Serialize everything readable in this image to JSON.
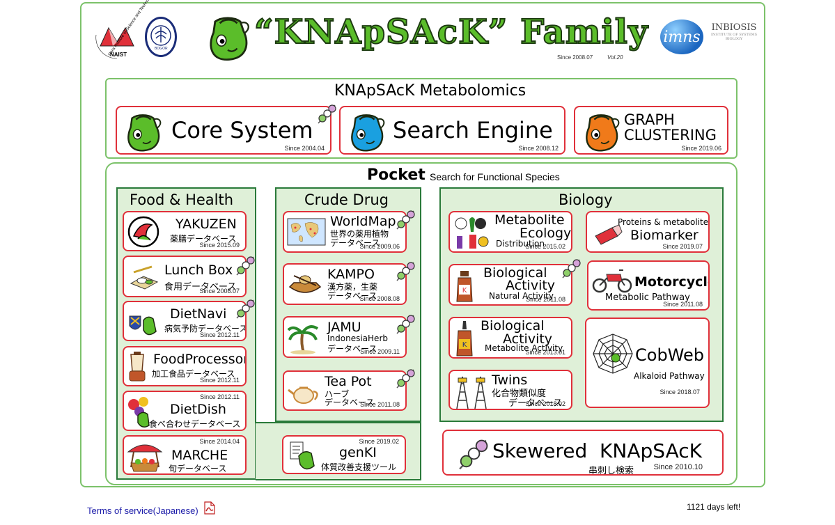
{
  "header": {
    "title": "“KNApSAcK” Family",
    "since": "Since 2008.07",
    "vol": "Vol.20",
    "naist_lines": [
      "Nara Institute of Science and Technology",
      "NAIST"
    ],
    "bogor_text": "BOGOR",
    "imns_text": "imns",
    "inbiosis_text": "INBIOSIS",
    "inbiosis_small": "INSTITUTE OF SYSTEMS BIOLOGY"
  },
  "metabolomics": {
    "heading": "KNApSAcK Metabolomics",
    "cards": [
      {
        "title": "Core System",
        "since": "Since 2004.04"
      },
      {
        "title": "Search Engine",
        "since": "Since 2008.12"
      },
      {
        "title_line1": "GRAPH",
        "title_line2": "CLUSTERING",
        "since": "Since 2019.06"
      }
    ]
  },
  "pocket": {
    "heading": "Pocket",
    "subheading": "Search for Functional Species",
    "food_health": {
      "title": "Food & Health",
      "items": [
        {
          "title": "YAKUZEN",
          "sub": "薬膳データベース",
          "since": "Since 2015.09"
        },
        {
          "title": "Lunch Box",
          "sub": "食用データベース",
          "since": "Since 2008.07"
        },
        {
          "title": "DietNavi",
          "sub": "病気予防データベース",
          "since": "Since 2012.11"
        },
        {
          "title": "FoodProcessor",
          "sub": "加工食品データベース",
          "since": "Since 2012.11"
        },
        {
          "title": "DietDish",
          "sub": "食べ合わせデータベース",
          "since": "Since 2012.11"
        },
        {
          "title": "MARCHE",
          "sub": "旬データベース",
          "since": "Since 2014.04"
        }
      ]
    },
    "crude_drug": {
      "title": "Crude Drug",
      "items": [
        {
          "title": "WorldMap",
          "sub1": "世界の薬用植物",
          "sub2": "データベース",
          "since": "Since 2009.06"
        },
        {
          "title": "KAMPO",
          "sub1": "漢方薬，生薬",
          "sub2": "データベース",
          "since": "Since 2008.08"
        },
        {
          "title": "JAMU",
          "sub1": "IndonesiaHerb",
          "sub2": "データベース",
          "since": "Since 2009.11"
        },
        {
          "title": "Tea Pot",
          "sub1": "ハーブ",
          "sub2": "データベース",
          "since": "Since 2011.08"
        }
      ],
      "genki": {
        "title": "genKI",
        "sub": "体質改善支援ツール",
        "since": "Since 2019.02"
      }
    },
    "biology": {
      "title": "Biology",
      "metabolite_ecology": {
        "line1": "Metabolite",
        "line2": "Ecology",
        "sub": "Distribution",
        "since": "Since 2015.02"
      },
      "biomarker": {
        "top": "Proteins & metabolites",
        "title": "Biomarker",
        "since": "Since 2019.07"
      },
      "bio_activity_natural": {
        "line1": "Biological",
        "line2": "Activity",
        "sub": "Natural Activity",
        "since": "Since 2011.08"
      },
      "motorcycle": {
        "title": "Motorcycle",
        "sub": "Metabolic Pathway",
        "since": "Since 2011.08"
      },
      "bio_activity_metabolite": {
        "line1": "Biological",
        "line2": "Activity",
        "sub": "Metabolite Activity",
        "since": "Since 2013.01"
      },
      "cobweb": {
        "title": "CobWeb",
        "sub": "Alkaloid Pathway",
        "since": "Since 2018.07"
      },
      "twins": {
        "title": "Twins",
        "sub1": "化合物類似度",
        "sub2": "データベース",
        "since": "Since 2018.02"
      }
    },
    "skewered": {
      "title": "Skewered  KNApSAcK",
      "sub": "串刺し検索",
      "since": "Since 2010.10"
    }
  },
  "footer": {
    "terms_link": "Terms of service(Japanese)",
    "days_left": "1121 days left!"
  },
  "icons": {
    "mascot": "knapsack-mascot-icon",
    "skewer": "dango-skewer-icon",
    "pdf": "pdf-icon"
  },
  "colors": {
    "brand_green": "#5bbd2a",
    "frame_green": "#7cc26a",
    "panel_bg": "#dff0d8",
    "card_border": "#e0303a",
    "link_blue": "#1a1aa8"
  }
}
